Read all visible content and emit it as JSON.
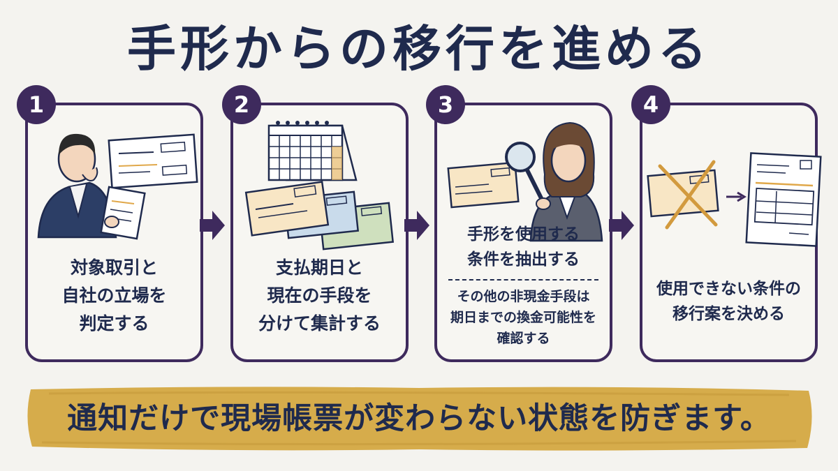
{
  "title": "手形からの移行を進める",
  "colors": {
    "navy": "#1f2a4d",
    "purple": "#3e2a5d",
    "banner_gold": "#d6ac4b",
    "paper_beige": "#f8e6c5",
    "paper_blue": "#c9dbeb",
    "paper_green": "#cfe0be"
  },
  "steps": [
    {
      "number": "1",
      "icon": "person-reviewing-document-icon",
      "lines": [
        "対象取引と",
        "自社の立場を",
        "判定する"
      ]
    },
    {
      "number": "2",
      "icon": "calendar-and-bills-icon",
      "lines": [
        "支払期日と",
        "現在の手段を",
        "分けて集計する"
      ]
    },
    {
      "number": "3",
      "icon": "woman-with-magnifier-icon",
      "lines": [
        "手形を使用する",
        "条件を抽出する"
      ],
      "sub_lines": [
        "その他の非現金手段は",
        "期日までの換金可能性を",
        "確認する"
      ]
    },
    {
      "number": "4",
      "icon": "crossed-bill-to-new-form-icon",
      "lines": [
        "使用できない条件の",
        "移行案を決める"
      ]
    }
  ],
  "banner_text": "通知だけで現場帳票が変わらない状態を防ぎます。"
}
